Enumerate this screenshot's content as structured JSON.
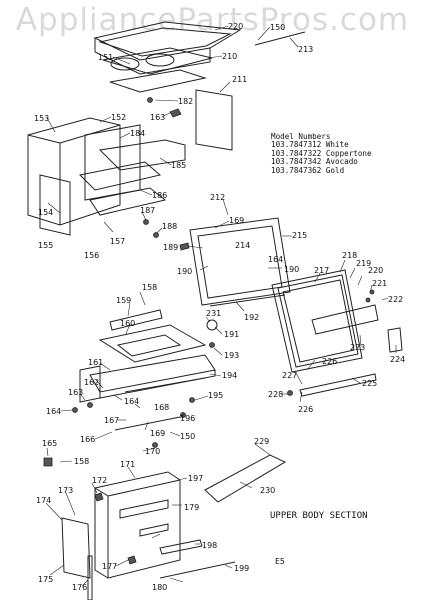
{
  "watermark": "AppliancePartsPros.com",
  "model_numbers": {
    "heading": "Model Numbers",
    "items": [
      "103.7847312 White",
      "103.7847322 Coppertone",
      "103.7847342 Avocado",
      "103.7847362 Gold"
    ]
  },
  "section_title": "UPPER BODY SECTION",
  "page_code": "E5",
  "part_labels": [
    "220",
    "150",
    "213",
    "151",
    "210",
    "211",
    "182",
    "163",
    "152",
    "153",
    "184",
    "185",
    "186",
    "154",
    "155",
    "156",
    "157",
    "187",
    "188",
    "212",
    "169",
    "215",
    "214",
    "164",
    "189",
    "190",
    "190",
    "192",
    "217",
    "218",
    "219",
    "220",
    "221",
    "222",
    "223",
    "224",
    "226",
    "227",
    "225",
    "226",
    "228",
    "158",
    "159",
    "160",
    "231",
    "191",
    "193",
    "161",
    "194",
    "163",
    "162",
    "164",
    "164",
    "195",
    "168",
    "167",
    "169",
    "196",
    "150",
    "165",
    "166",
    "158",
    "170",
    "229",
    "171",
    "197",
    "172",
    "173",
    "174",
    "230",
    "179",
    "198",
    "177",
    "175",
    "176",
    "199",
    "180"
  ]
}
